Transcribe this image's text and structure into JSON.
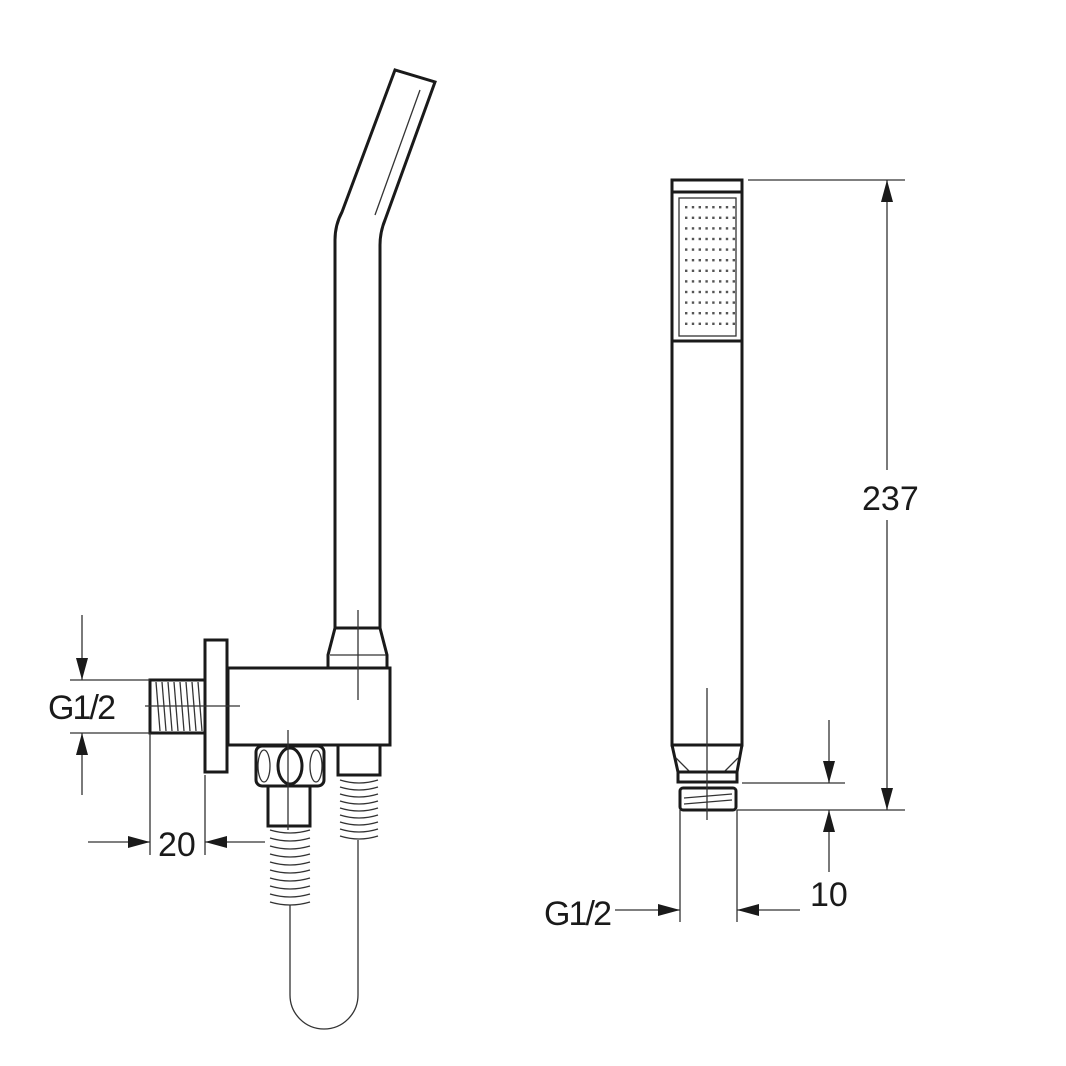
{
  "drawing": {
    "left_view": {
      "inlet_thread_label": "G1/2",
      "inlet_length_label": "20"
    },
    "right_view": {
      "height_label": "237",
      "connector_length_label": "10",
      "connector_thread_label": "G1/2"
    }
  }
}
